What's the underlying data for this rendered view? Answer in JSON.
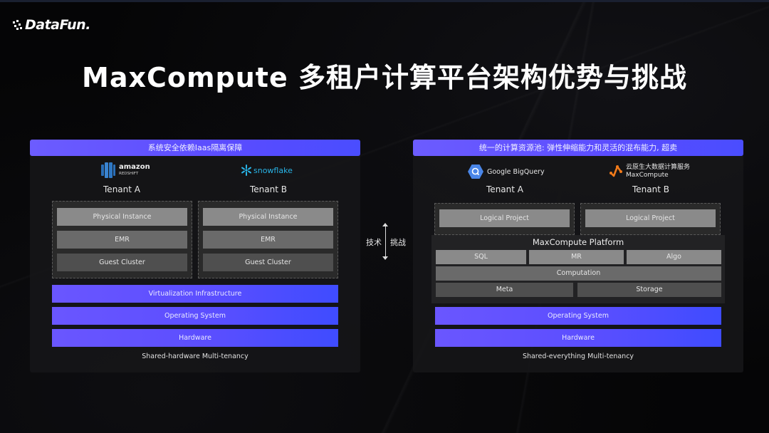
{
  "logo": {
    "text": "DataFun."
  },
  "title": "MaxCompute 多租户计算平台架构优势与挑战",
  "middle": {
    "left_label": "技术",
    "right_label": "挑战",
    "icon": "double-arrow-vertical-icon"
  },
  "left_panel": {
    "banner": "系统安全依赖Iaas隔离保障",
    "tenants": [
      {
        "label": "Tenant A",
        "brand": {
          "name": "amazon",
          "sub": "REDSHIFT",
          "icon": "amazon-redshift-icon",
          "color": "#3a7fc8"
        },
        "stack": [
          "Physical  Instance",
          "EMR",
          "Guest Cluster"
        ]
      },
      {
        "label": "Tenant B",
        "brand": {
          "name": "snowflake",
          "icon": "snowflake-icon",
          "color": "#29b5e8"
        },
        "stack": [
          "Physical Instance",
          "EMR",
          "Guest Cluster"
        ]
      }
    ],
    "shared_layers": [
      "Virtualization Infrastructure",
      "Operating System",
      "Hardware"
    ],
    "caption": "Shared-hardware Multi-tenancy"
  },
  "right_panel": {
    "banner": "统一的计算资源池: 弹性伸缩能力和灵活的混布能力, 超卖",
    "tenants": [
      {
        "label": "Tenant A",
        "brand": {
          "name": "Google BigQuery",
          "icon": "google-bigquery-icon",
          "color": "#4a86e8"
        },
        "project": "Logical Project"
      },
      {
        "label": "Tenant B",
        "brand": {
          "name": "云原生大数据计算服务",
          "sub": "MaxCompute",
          "icon": "maxcompute-icon",
          "color": "#f07a1a"
        },
        "project": "Logical Project"
      }
    ],
    "platform_label": "MaxCompute Platform",
    "engines": [
      "SQL",
      "MR",
      "Algo"
    ],
    "computation": "Computation",
    "base": [
      "Meta",
      "Storage"
    ],
    "shared_layers": [
      "Operating System",
      "Hardware"
    ],
    "caption": "Shared-everything Multi-tenancy"
  },
  "colors": {
    "accent_purple": "#6a56ff",
    "accent_blue": "#3f4cff",
    "background": "#050506",
    "panel": "#161618"
  }
}
